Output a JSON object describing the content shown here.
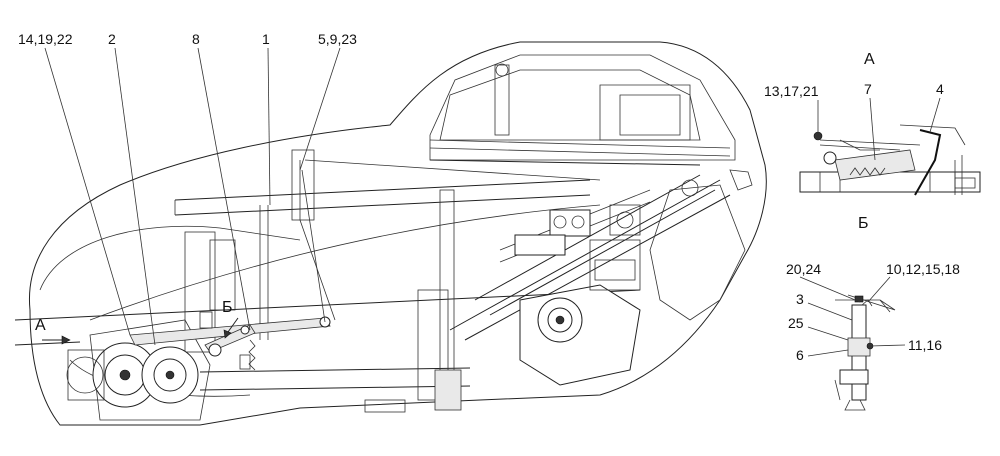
{
  "callouts": {
    "c14_19_22": "14,19,22",
    "c2": "2",
    "c8": "8",
    "c1": "1",
    "c5_9_23": "5,9,23",
    "c13_17_21": "13,17,21",
    "c7": "7",
    "c4": "4",
    "c20_24": "20,24",
    "c10_12_15_18": "10,12,15,18",
    "c3": "3",
    "c25": "25",
    "c11_16": "11,16",
    "c6": "6"
  },
  "view_labels": {
    "a_main": "А",
    "b_main": "Б",
    "a_detail": "А",
    "b_detail": "Б"
  }
}
